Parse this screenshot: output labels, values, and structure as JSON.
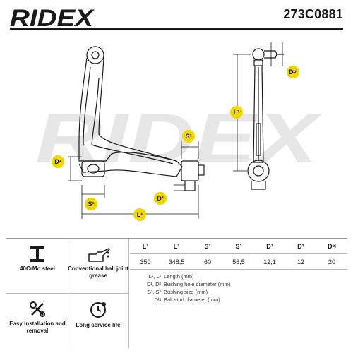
{
  "brand": "RIDEX",
  "part_number": "273C0881",
  "labels": {
    "d1": "D¹",
    "d2": "D²",
    "dbj": "Dᵇʲ",
    "s1": "S¹",
    "s2": "S²",
    "l1": "L¹",
    "l2": "L²"
  },
  "features": [
    {
      "label": "40CrMo steel",
      "icon": "i-beam-icon"
    },
    {
      "label": "Conventional ball joint grease",
      "icon": "oil-can-icon"
    },
    {
      "label": "Easy installation and removal",
      "icon": "tools-icon"
    },
    {
      "label": "Long service life",
      "icon": "clock-icon"
    }
  ],
  "spec_table": {
    "headers": [
      "L¹",
      "L²",
      "S¹",
      "S²",
      "D¹",
      "D²",
      "Dᵇʲ"
    ],
    "values": [
      "350",
      "348,5",
      "60",
      "56,5",
      "12,1",
      "12",
      "20"
    ]
  },
  "legend": [
    {
      "key": "L¹, L²",
      "text": "Length (mm)"
    },
    {
      "key": "D¹, D²",
      "text": "Bushing hole diameter (mm)"
    },
    {
      "key": "S¹, S²",
      "text": "Bushing size (mm)"
    },
    {
      "key": "Dᵇʲ",
      "text": "Ball stud diameter (mm)"
    }
  ],
  "colors": {
    "label_bg": "#f2d600",
    "line": "#1a1a1a",
    "watermark": "#e6e6e6"
  }
}
